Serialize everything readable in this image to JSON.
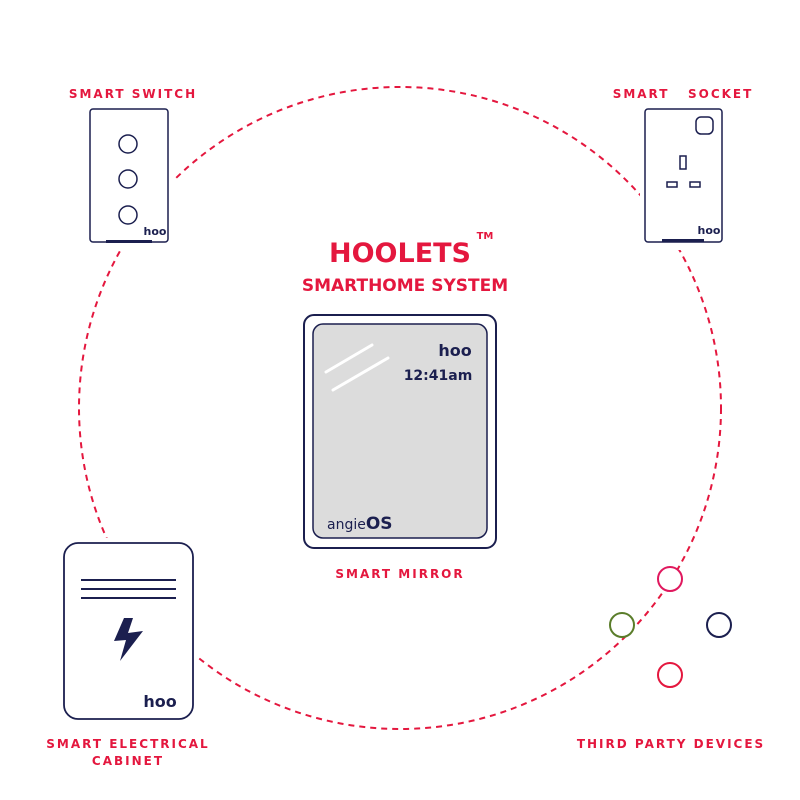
{
  "title": {
    "main": "HOOLETS",
    "tm": "TM",
    "sub": "SMARTHOME SYSTEM"
  },
  "brand": "hoo",
  "devices": {
    "switch_label": "SMART SWITCH",
    "socket_label": "SMART   SOCKET",
    "mirror_label": "SMART MIRROR",
    "cabinet_label_1": "SMART ELECTRICAL",
    "cabinet_label_2": "CABINET",
    "third_party_label": "THIRD PARTY DEVICES"
  },
  "mirror": {
    "time": "12:41am",
    "os_prefix": "angie",
    "os_suffix": "OS"
  },
  "colors": {
    "accent": "#e4173e",
    "navy": "#1b1f4f",
    "mirror_glass": "#dcdcdc",
    "device_pink": "#e0185e",
    "device_green": "#5a7d2a",
    "device_navy": "#1b1f4f",
    "device_red": "#e4173e"
  },
  "icons": [
    "bolt-icon",
    "hoo-logo"
  ]
}
